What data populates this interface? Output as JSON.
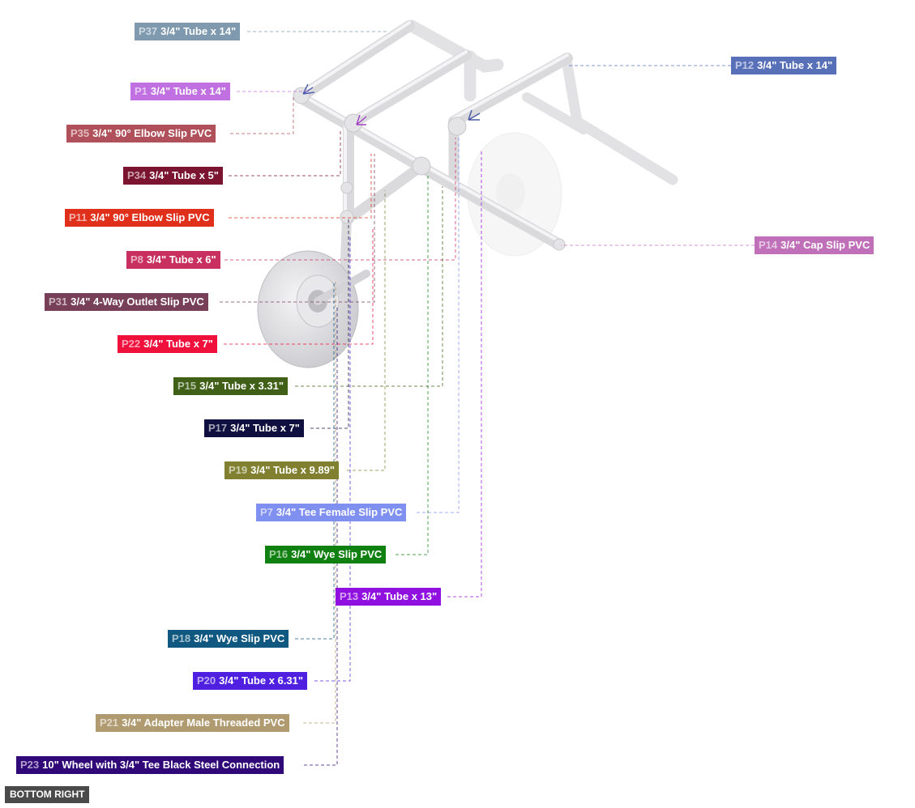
{
  "view_label": "BOTTOM RIGHT",
  "parts": [
    {
      "id": "P37",
      "desc": "3/4\" Tube x 14\"",
      "color": "#7f9aae"
    },
    {
      "id": "P1",
      "desc": "3/4\" Tube x 14\"",
      "color": "#c070e0"
    },
    {
      "id": "P35",
      "desc": "3/4\" 90° Elbow Slip PVC",
      "color": "#b0505a"
    },
    {
      "id": "P34",
      "desc": "3/4\" Tube x 5\"",
      "color": "#7a1430"
    },
    {
      "id": "P11",
      "desc": "3/4\" 90° Elbow Slip PVC",
      "color": "#e0301c"
    },
    {
      "id": "P8",
      "desc": "3/4\" Tube x 6\"",
      "color": "#c83060"
    },
    {
      "id": "P31",
      "desc": "3/4\" 4-Way Outlet Slip PVC",
      "color": "#784058"
    },
    {
      "id": "P22",
      "desc": "3/4\" Tube x 7\"",
      "color": "#f0103c"
    },
    {
      "id": "P15",
      "desc": "3/4\" Tube x 3.31\"",
      "color": "#406018"
    },
    {
      "id": "P17",
      "desc": "3/4\" Tube x 7\"",
      "color": "#101040"
    },
    {
      "id": "P19",
      "desc": "3/4\" Tube x 9.89\"",
      "color": "#808030"
    },
    {
      "id": "P7",
      "desc": "3/4\" Tee Female Slip PVC",
      "color": "#8090f0"
    },
    {
      "id": "P16",
      "desc": "3/4\" Wye Slip PVC",
      "color": "#108010"
    },
    {
      "id": "P13",
      "desc": "3/4\" Tube x 13\"",
      "color": "#9010e0"
    },
    {
      "id": "P18",
      "desc": "3/4\" Wye Slip PVC",
      "color": "#105880"
    },
    {
      "id": "P20",
      "desc": "3/4\" Tube x 6.31\"",
      "color": "#5020e0"
    },
    {
      "id": "P21",
      "desc": "3/4\" Adapter Male Threaded PVC",
      "color": "#b09a70"
    },
    {
      "id": "P23",
      "desc": "10\" Wheel with 3/4\" Tee Black Steel Connection",
      "color": "#300878"
    },
    {
      "id": "P12",
      "desc": "3/4\" Tube x 14\"",
      "color": "#5870b8"
    },
    {
      "id": "P14",
      "desc": "3/4\" Cap Slip PVC",
      "color": "#c070b8"
    }
  ]
}
